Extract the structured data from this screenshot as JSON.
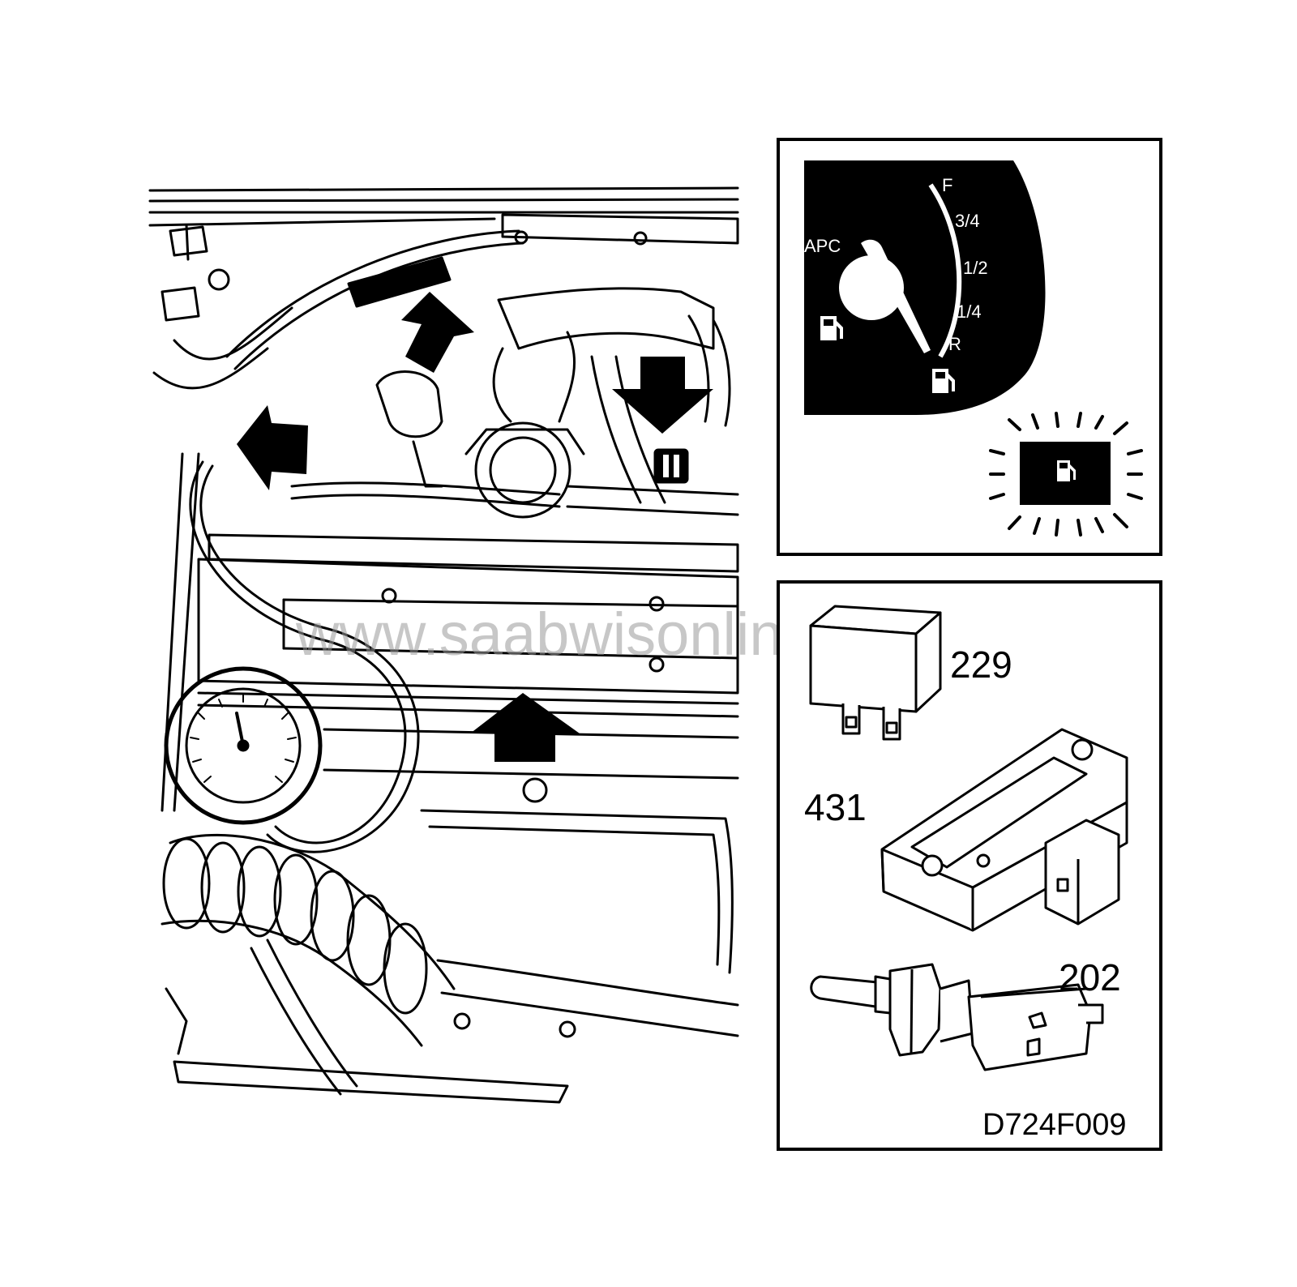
{
  "watermark": "www.saabwisonline.com",
  "drawing_id": "D724F009",
  "gauge": {
    "labels": {
      "full": "F",
      "three_quarter": "3/4",
      "half": "1/2",
      "quarter": "1/4",
      "reserve": "R",
      "apc": "APC"
    }
  },
  "components": {
    "relay": "229",
    "pressure_sensor": "431",
    "temp_sensor": "202"
  },
  "colors": {
    "ink": "#000000",
    "paper": "#ffffff",
    "watermark": "#9a9a9a"
  }
}
